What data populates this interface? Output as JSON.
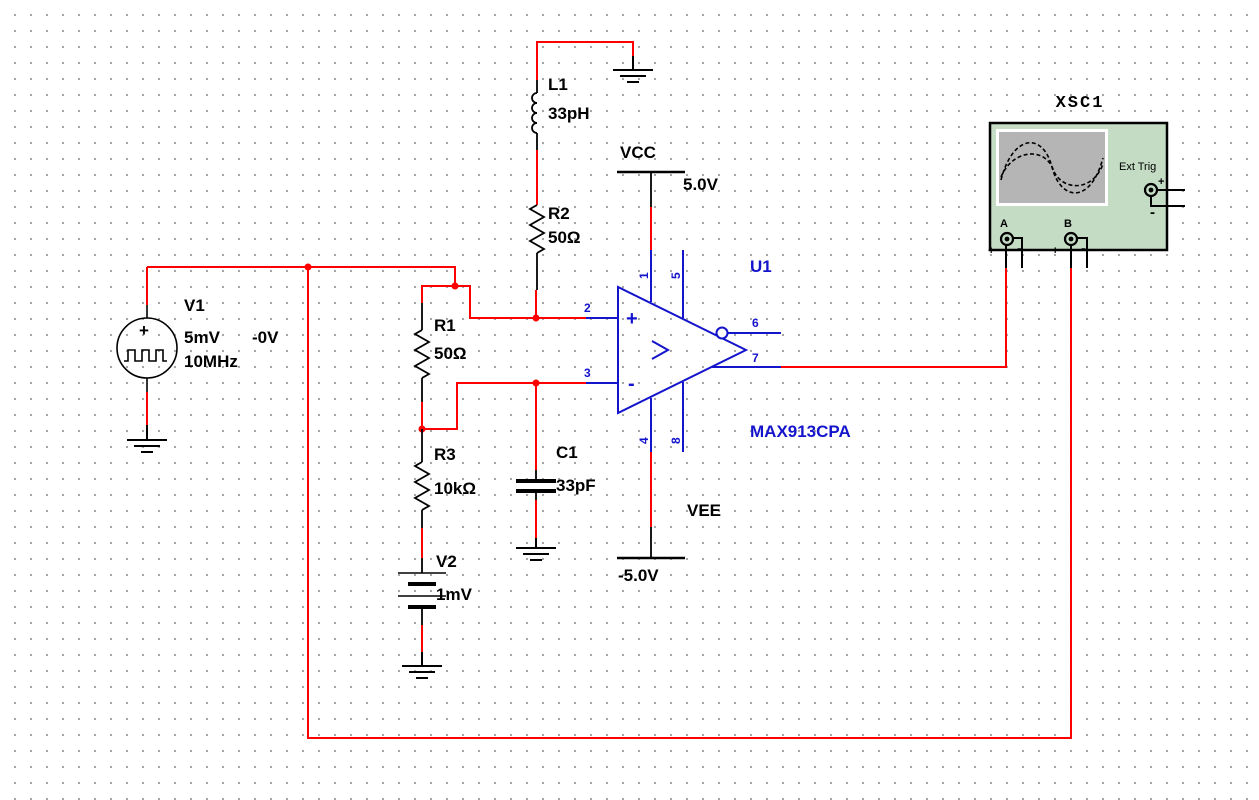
{
  "colors": {
    "wire": "#ff0000",
    "component": "#000000",
    "ic_blue": "#1414cc",
    "scope_body": "#c3dcc3",
    "scope_screen": "#b5b5b5",
    "grid_dot": "#a6a6a6"
  },
  "components": {
    "v1": {
      "ref": "V1",
      "amplitude": "5mV",
      "offset": "-0V",
      "frequency": "10MHz",
      "plus": "+"
    },
    "l1": {
      "ref": "L1",
      "value": "33pH"
    },
    "r2": {
      "ref": "R2",
      "value": "50Ω"
    },
    "r1": {
      "ref": "R1",
      "value": "50Ω"
    },
    "r3": {
      "ref": "R3",
      "value": "10kΩ"
    },
    "c1": {
      "ref": "C1",
      "value": "33pF"
    },
    "v2": {
      "ref": "V2",
      "value": "1mV"
    },
    "u1": {
      "ref": "U1",
      "part": "MAX913CPA",
      "plus": "+",
      "minus": "-",
      "symbol": ">",
      "pins": {
        "p1": "1",
        "p2": "2",
        "p3": "3",
        "p4": "4",
        "p5": "5",
        "p6": "6",
        "p7": "7",
        "p8": "8"
      }
    },
    "vcc": {
      "label": "VCC",
      "value": "5.0V"
    },
    "vee": {
      "label": "VEE",
      "value": "-5.0V"
    }
  },
  "instrument": {
    "ref": "XSC1",
    "ext_trig": "Ext Trig",
    "ch_a": "A",
    "ch_b": "B",
    "plus": "+",
    "minus": "-"
  }
}
